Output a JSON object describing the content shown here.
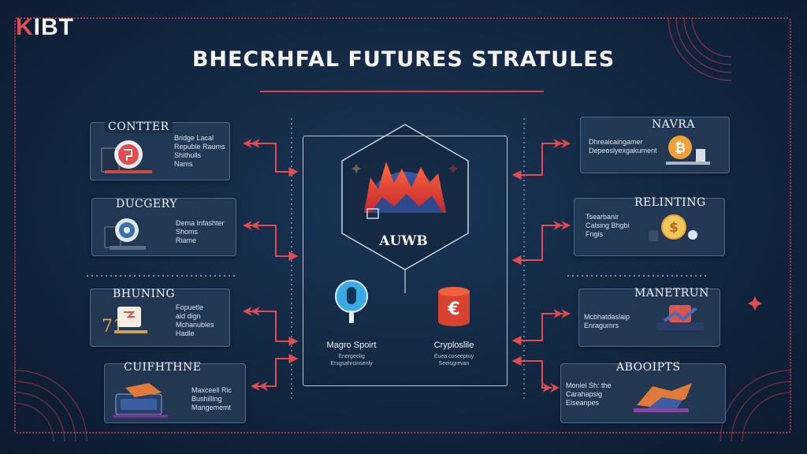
{
  "brand": {
    "logo_accent": "K",
    "logo_rest": "IBT"
  },
  "title": "BHECRHFAL FUTURES STRATULES",
  "center": {
    "hex_label": "AUWB",
    "left_label": "Magro Spoirt",
    "left_desc": [
      "Energeelig",
      "Ersgsahrcinsenly"
    ],
    "right_label": "Cryploslile",
    "right_desc": [
      "Euea coseeptuy",
      "Seeisgrevan"
    ]
  },
  "left_cards": [
    {
      "title": "CONTTER",
      "desc": [
        "Bridge Lacal",
        "Republe Raums",
        "Shithulls",
        "Nams"
      ],
      "icon": "chart-badge-icon"
    },
    {
      "title": "DUCGERY",
      "desc": [
        "Dema Infashter",
        "Shoms",
        "Riame"
      ],
      "icon": "globe-gear-icon"
    },
    {
      "title": "BHUNING",
      "desc": [
        "Fopuetle",
        "aid dign",
        "Mchanubles",
        "Hadle"
      ],
      "icon": "ledger-icon"
    },
    {
      "title": "CUIFHTHNE",
      "desc": [
        "Maxceell Ric",
        "Bushilling",
        "Mangememt"
      ],
      "icon": "trading-terminal-icon"
    }
  ],
  "right_cards": [
    {
      "title": "NAVRA",
      "desc": [
        "Dhreaicaingamer",
        "Depeoslyexgakument"
      ],
      "icon": "bitcoin-icon"
    },
    {
      "title": "RELINTING",
      "desc": [
        "Tsearbanir",
        "Calsing Bhgbi",
        "Fngis"
      ],
      "icon": "dollar-coin-icon"
    },
    {
      "title": "MANETRUN",
      "desc": [
        "Mcbhatdaslaip",
        "Enragumrs"
      ],
      "icon": "portfolio-icon"
    },
    {
      "title": "ABOOIPTS",
      "desc": [
        "Moniel Sh: the",
        "Carahapsig",
        "Eiseanpes"
      ],
      "icon": "shoe-rocket-icon"
    }
  ],
  "colors": {
    "accent": "#e24b4f",
    "card_bg": "#263a56",
    "line": "#c4454a"
  }
}
